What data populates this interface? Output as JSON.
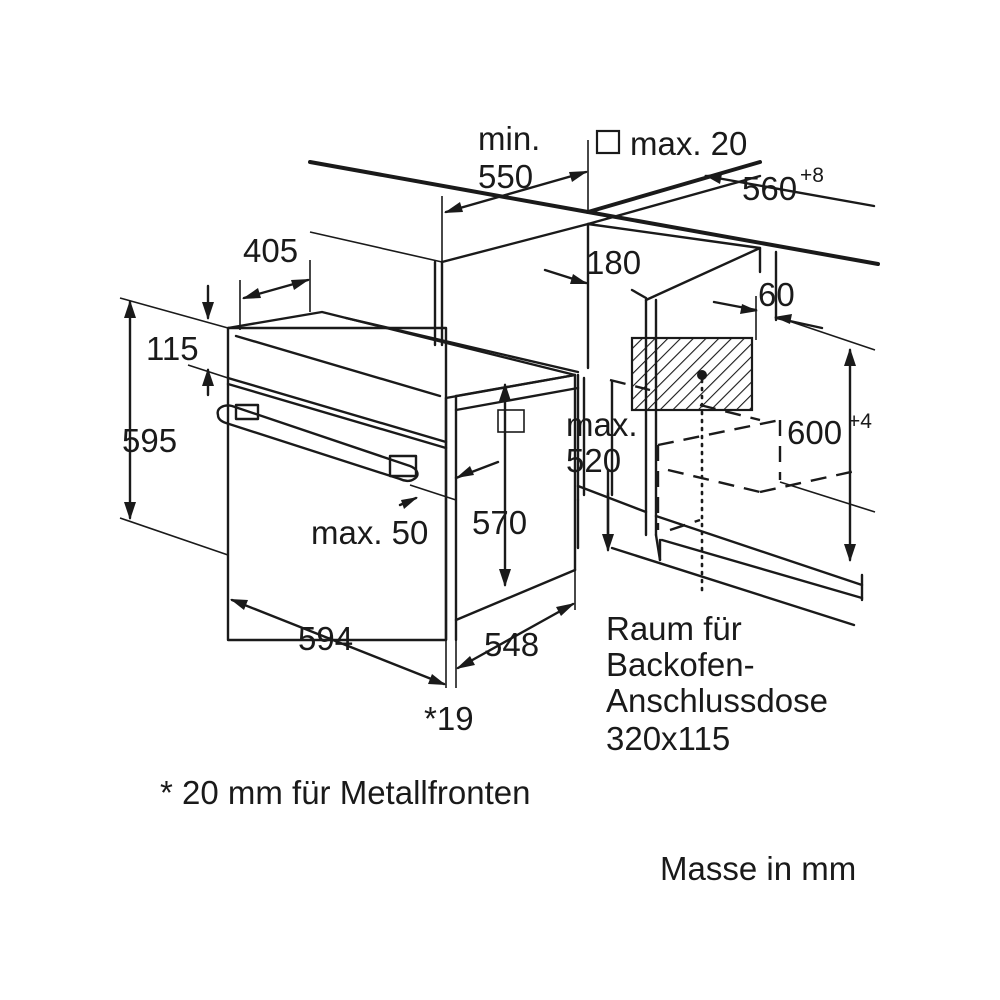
{
  "dimensions": {
    "min_label": "min.",
    "d550": "550",
    "max20_label": "max. 20",
    "d560": "560",
    "d560_tol": "+8",
    "d405": "405",
    "d180": "180",
    "d60": "60",
    "d115": "115",
    "d595": "595",
    "max_label": "max.",
    "d520": "520",
    "d600": "600",
    "d600_tol": "+4",
    "max50": "max. 50",
    "d570": "570",
    "d594": "594",
    "d548": "548",
    "d19": "*19"
  },
  "socket_note": [
    "Raum für",
    "Backofen-",
    "Anschlussdose",
    "320x115"
  ],
  "footnote": "* 20 mm für Metallfronten",
  "units_note": "Masse in mm"
}
